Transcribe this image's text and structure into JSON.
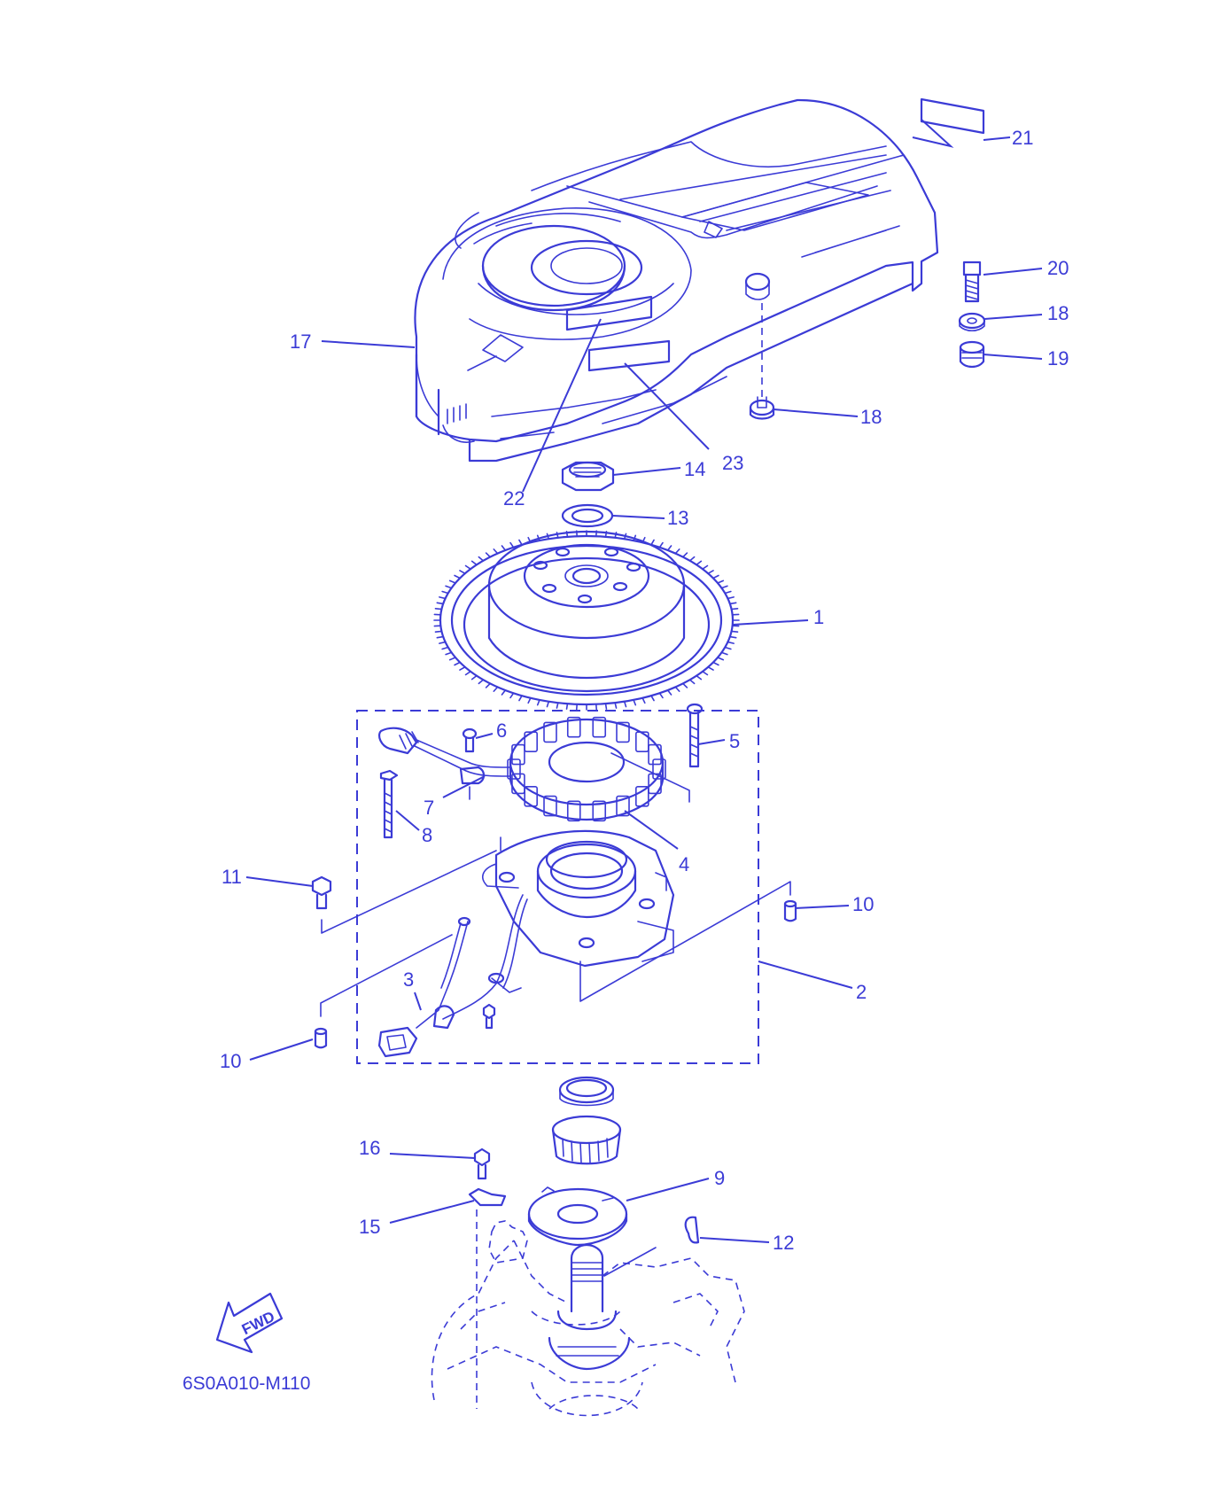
{
  "diagram": {
    "code": "6S0A010-M110",
    "fwd_label": "FWD",
    "line_color": "#3b3bd6",
    "callouts": [
      {
        "id": "c21",
        "label": "21"
      },
      {
        "id": "c20",
        "label": "20"
      },
      {
        "id": "c18a",
        "label": "18"
      },
      {
        "id": "c19",
        "label": "19"
      },
      {
        "id": "c17",
        "label": "17"
      },
      {
        "id": "c18b",
        "label": "18"
      },
      {
        "id": "c22",
        "label": "22"
      },
      {
        "id": "c23",
        "label": "23"
      },
      {
        "id": "c14",
        "label": "14"
      },
      {
        "id": "c13",
        "label": "13"
      },
      {
        "id": "c1",
        "label": "1"
      },
      {
        "id": "c6",
        "label": "6"
      },
      {
        "id": "c5",
        "label": "5"
      },
      {
        "id": "c7",
        "label": "7"
      },
      {
        "id": "c8",
        "label": "8"
      },
      {
        "id": "c4",
        "label": "4"
      },
      {
        "id": "c11",
        "label": "11"
      },
      {
        "id": "c10a",
        "label": "10"
      },
      {
        "id": "c2",
        "label": "2"
      },
      {
        "id": "c3",
        "label": "3"
      },
      {
        "id": "c10b",
        "label": "10"
      },
      {
        "id": "c16",
        "label": "16"
      },
      {
        "id": "c9",
        "label": "9"
      },
      {
        "id": "c15",
        "label": "15"
      },
      {
        "id": "c12",
        "label": "12"
      }
    ]
  }
}
